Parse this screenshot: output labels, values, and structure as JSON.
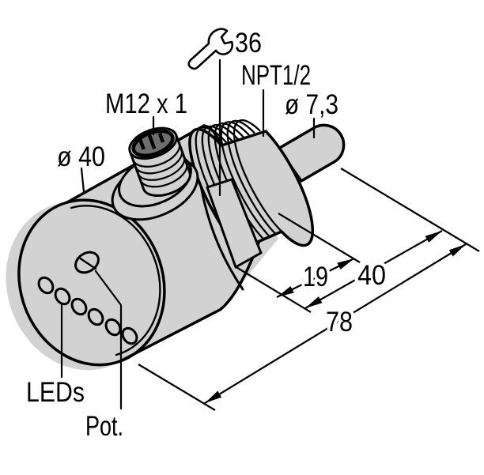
{
  "drawing": {
    "labels": {
      "wrench_size": "36",
      "process_thread": "NPT1/2",
      "tip_diameter": "ø 7,3",
      "connector_thread": "M12 x 1",
      "body_diameter": "ø 40",
      "dim_thread_length": "19",
      "dim_front_length": "40",
      "dim_overall_length": "78",
      "leds_label": "LEDs",
      "pot_label": "Pot."
    },
    "colors": {
      "line": "#000000",
      "body_fill": "#d2d2d2",
      "connector_face": "#6e6e6e",
      "background": "#ffffff"
    }
  }
}
